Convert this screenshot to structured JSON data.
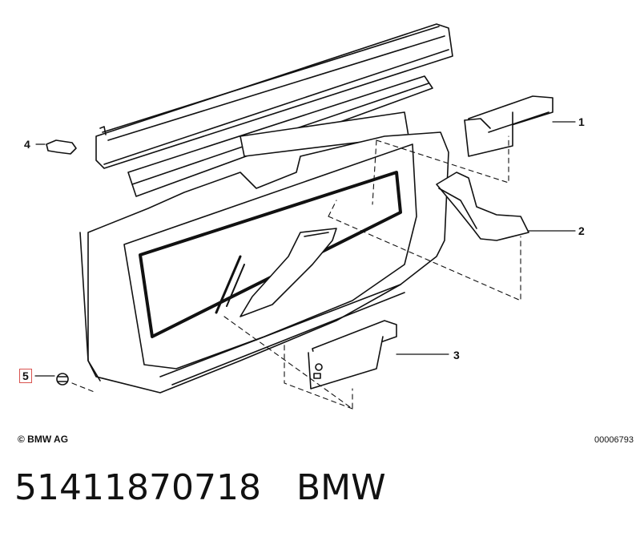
{
  "diagram": {
    "callouts": [
      {
        "id": "1",
        "label": "1",
        "highlighted": false
      },
      {
        "id": "2",
        "label": "2",
        "highlighted": false
      },
      {
        "id": "3",
        "label": "3",
        "highlighted": false
      },
      {
        "id": "4",
        "label": "4",
        "highlighted": false
      },
      {
        "id": "5",
        "label": "5",
        "highlighted": true
      }
    ],
    "highlight_color": "#d9534f",
    "copyright": "© BMW AG",
    "drawing_number": "00006793"
  },
  "caption": {
    "part_number": "51411870718",
    "brand": "BMW"
  }
}
